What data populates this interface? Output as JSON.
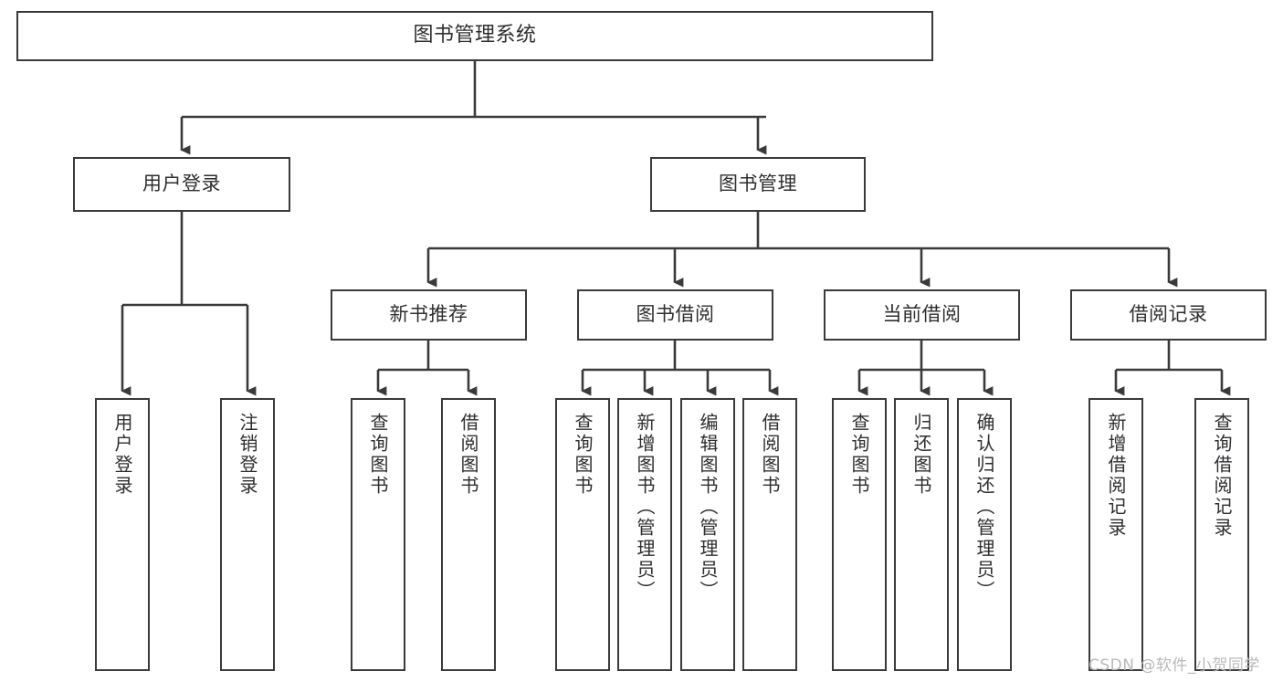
{
  "diagram": {
    "title": "图书管理系统",
    "type": "tree",
    "root": {
      "label": "图书管理系统"
    },
    "level1": [
      {
        "label": "用户登录"
      },
      {
        "label": "图书管理"
      }
    ],
    "level2": [
      {
        "label": "新书推荐"
      },
      {
        "label": "图书借阅"
      },
      {
        "label": "当前借阅"
      },
      {
        "label": "借阅记录"
      }
    ],
    "leaves": {
      "user_login": [
        {
          "label": "用户登录"
        },
        {
          "label": "注销登录"
        }
      ],
      "new_book_recommend": [
        {
          "label": "查询图书"
        },
        {
          "label": "借阅图书"
        }
      ],
      "book_borrow": [
        {
          "label": "查询图书"
        },
        {
          "label": "新增图书（管理员）"
        },
        {
          "label": "编辑图书（管理员）"
        },
        {
          "label": "借阅图书"
        }
      ],
      "current_borrow": [
        {
          "label": "查询图书"
        },
        {
          "label": "归还图书"
        },
        {
          "label": "确认归还（管理员）"
        }
      ],
      "borrow_record": [
        {
          "label": "新增借阅记录"
        },
        {
          "label": "查询借阅记录"
        }
      ]
    }
  },
  "watermark": {
    "text": "CSDN @软件_小贺同学"
  },
  "colors": {
    "stroke": "#3a3a3c",
    "text": "#2e2e30",
    "background": "#ffffff",
    "watermark": "#b9b9bb"
  }
}
